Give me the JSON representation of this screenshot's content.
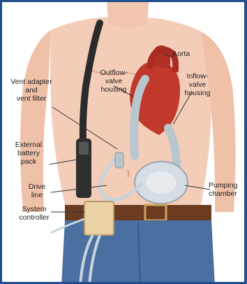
{
  "figure": {
    "labels": {
      "aorta": "Aorta",
      "outflow": "Outflow-\nvalve\nhousing",
      "inflow": "Inflow-\nvalve\nhousing",
      "vent": "Vent adapter\nand\nvent filter",
      "battery": "External\nbattery\npack",
      "drive_line": "Drive\nline",
      "pumping": "Pumping\nchamber",
      "controller": "System\ncontroller"
    }
  },
  "colors": {
    "frame_border": "#1f4e8c",
    "skin": "#f4cdb8",
    "skin_shade": "#e8b39a",
    "heart": "#c0392b",
    "tubing": "#c8d4dc",
    "device": "#d6dde3",
    "belt": "#6b3b1f",
    "jeans": "#4a6fa0",
    "strap": "#2b2b2b",
    "controller": "#e9d2a6"
  }
}
